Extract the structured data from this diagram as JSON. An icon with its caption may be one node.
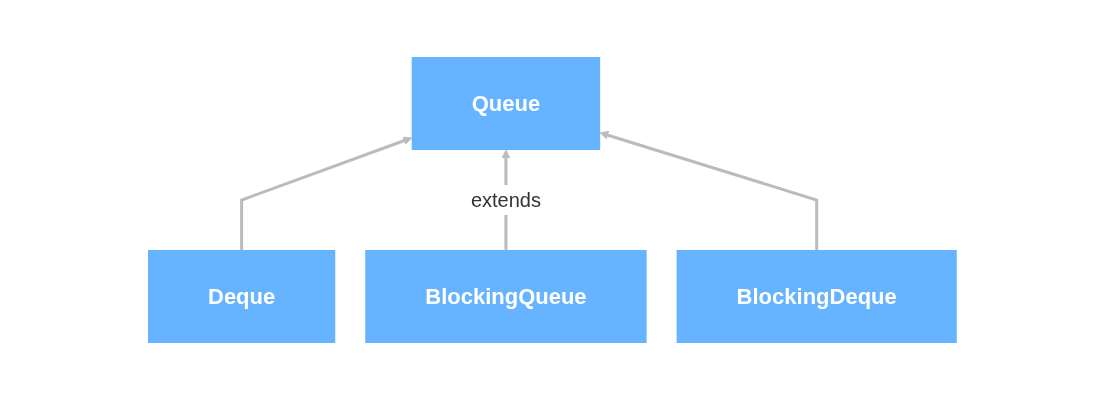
{
  "diagram": {
    "nodes": [
      {
        "text": [
          "Queue"
        ]
      },
      {
        "text": [
          "Deque"
        ]
      },
      {
        "text": [
          "BlockingQueue"
        ]
      },
      {
        "text": [
          "BlockingDeque"
        ]
      }
    ],
    "edges": [
      {
        "from": 1,
        "to": 0,
        "arrow": "to"
      },
      {
        "from": 2,
        "to": 0,
        "arrow": "to",
        "label": "extends"
      },
      {
        "from": 3,
        "to": 0,
        "arrow": "to"
      }
    ]
  }
}
